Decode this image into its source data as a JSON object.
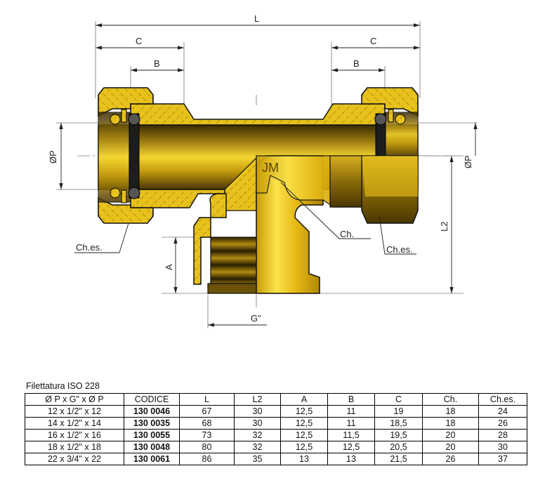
{
  "drawing": {
    "labels": {
      "L": "L",
      "C_left": "C",
      "B_left": "B",
      "C_right": "C",
      "B_right": "B",
      "phiP_left": "ØP",
      "phiP_right": "ØP",
      "L2": "L2",
      "A": "A",
      "G": "G\"",
      "Ch": "Ch.",
      "Ches_left": "Ch.es.",
      "Ches_right": "Ch.es.",
      "mark": "JM"
    },
    "colors": {
      "brass": "#e8c21c",
      "brass_light": "#f7e04a",
      "brass_dark": "#6b5208",
      "oring": "#222222",
      "line": "#111111",
      "dim_line": "#555555"
    }
  },
  "table": {
    "caption": "Filettatura ISO 228",
    "headers": [
      "Ø P x G\" x Ø P",
      "CODICE",
      "L",
      "L2",
      "A",
      "B",
      "C",
      "Ch.",
      "Ch.es."
    ],
    "rows": [
      [
        "12 x 1/2\" x 12",
        "130 0046",
        "67",
        "30",
        "12,5",
        "11",
        "19",
        "18",
        "24"
      ],
      [
        "14 x 1/2\" x 14",
        "130 0035",
        "68",
        "30",
        "12,5",
        "11",
        "18,5",
        "18",
        "26"
      ],
      [
        "16 x 1/2\" x 16",
        "130 0055",
        "73",
        "32",
        "12,5",
        "11,5",
        "19,5",
        "20",
        "28"
      ],
      [
        "18 x 1/2\" x 18",
        "130 0048",
        "80",
        "32",
        "12,5",
        "12,5",
        "20,5",
        "20",
        "30"
      ],
      [
        "22 x 3/4\" x 22",
        "130 0061",
        "86",
        "35",
        "13",
        "13",
        "21,5",
        "26",
        "37"
      ]
    ]
  }
}
